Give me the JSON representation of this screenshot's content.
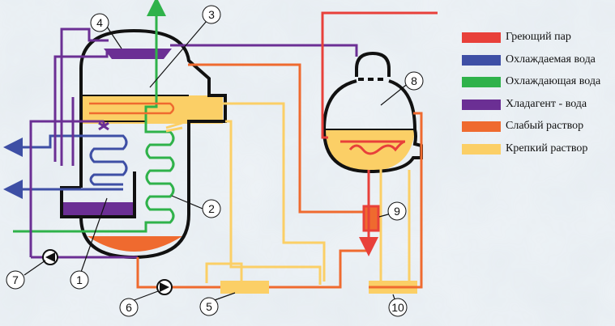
{
  "legend": [
    {
      "label": "Греющий пар",
      "color": "#e8403a"
    },
    {
      "label": "Охлаждаемая вода",
      "color": "#3e4fa5"
    },
    {
      "label": "Охлаждающая вода",
      "color": "#2fb24a"
    },
    {
      "label": "Хладагент - вода",
      "color": "#6b2f94"
    },
    {
      "label": "Слабый раствор",
      "color": "#ef6a2f"
    },
    {
      "label": "Крепкий раствор",
      "color": "#fbcf66"
    }
  ],
  "numbers": [
    "1",
    "2",
    "3",
    "4",
    "5",
    "6",
    "7",
    "8",
    "9",
    "10"
  ]
}
